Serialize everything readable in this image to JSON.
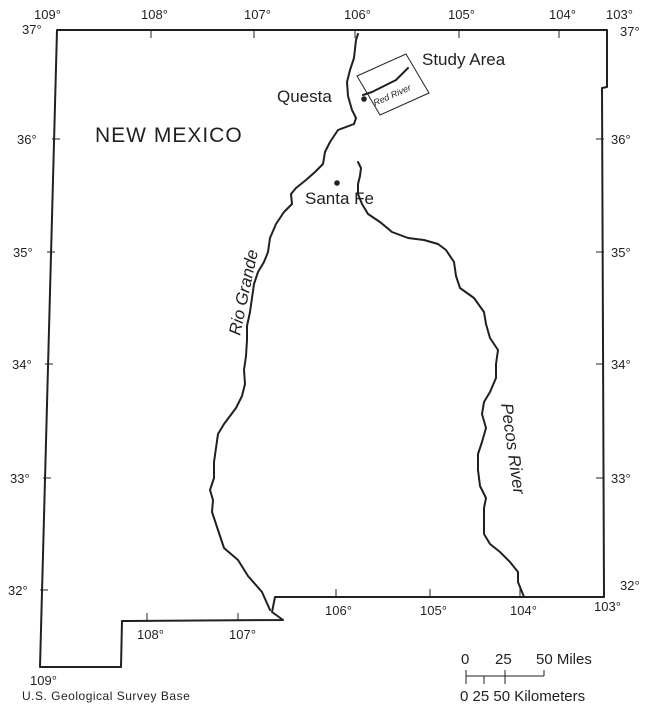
{
  "map": {
    "state_label": "NEW MEXICO",
    "study_area_label": "Study Area",
    "places": [
      {
        "name": "Questa"
      },
      {
        "name": "Santa Fe"
      }
    ],
    "rivers": {
      "rio_grande": "Rio Grande",
      "pecos": "Pecos River",
      "red": "Red River"
    },
    "top_longitudes": [
      "109°",
      "108°",
      "107°",
      "106°",
      "105°",
      "104°",
      "103°"
    ],
    "bottom_longitudes": [
      "108°",
      "107°",
      "106°",
      "105°",
      "104°"
    ],
    "corner_labels": {
      "top_left_lat": "37°",
      "top_right_lat": "37°",
      "bottom_right_lat": "32°",
      "bottom_right_lon": "103°",
      "bottom_left_lon": "109°"
    },
    "left_latitudes": [
      "36°",
      "35°",
      "34°",
      "33°",
      "32°"
    ],
    "right_latitudes": [
      "36°",
      "35°",
      "34°",
      "33°"
    ],
    "credit": "U.S. Geological Survey Base",
    "scale": {
      "miles_ticks": [
        "0",
        "25",
        "50 Miles"
      ],
      "km_label": "0 25 50 Kilometers"
    }
  }
}
